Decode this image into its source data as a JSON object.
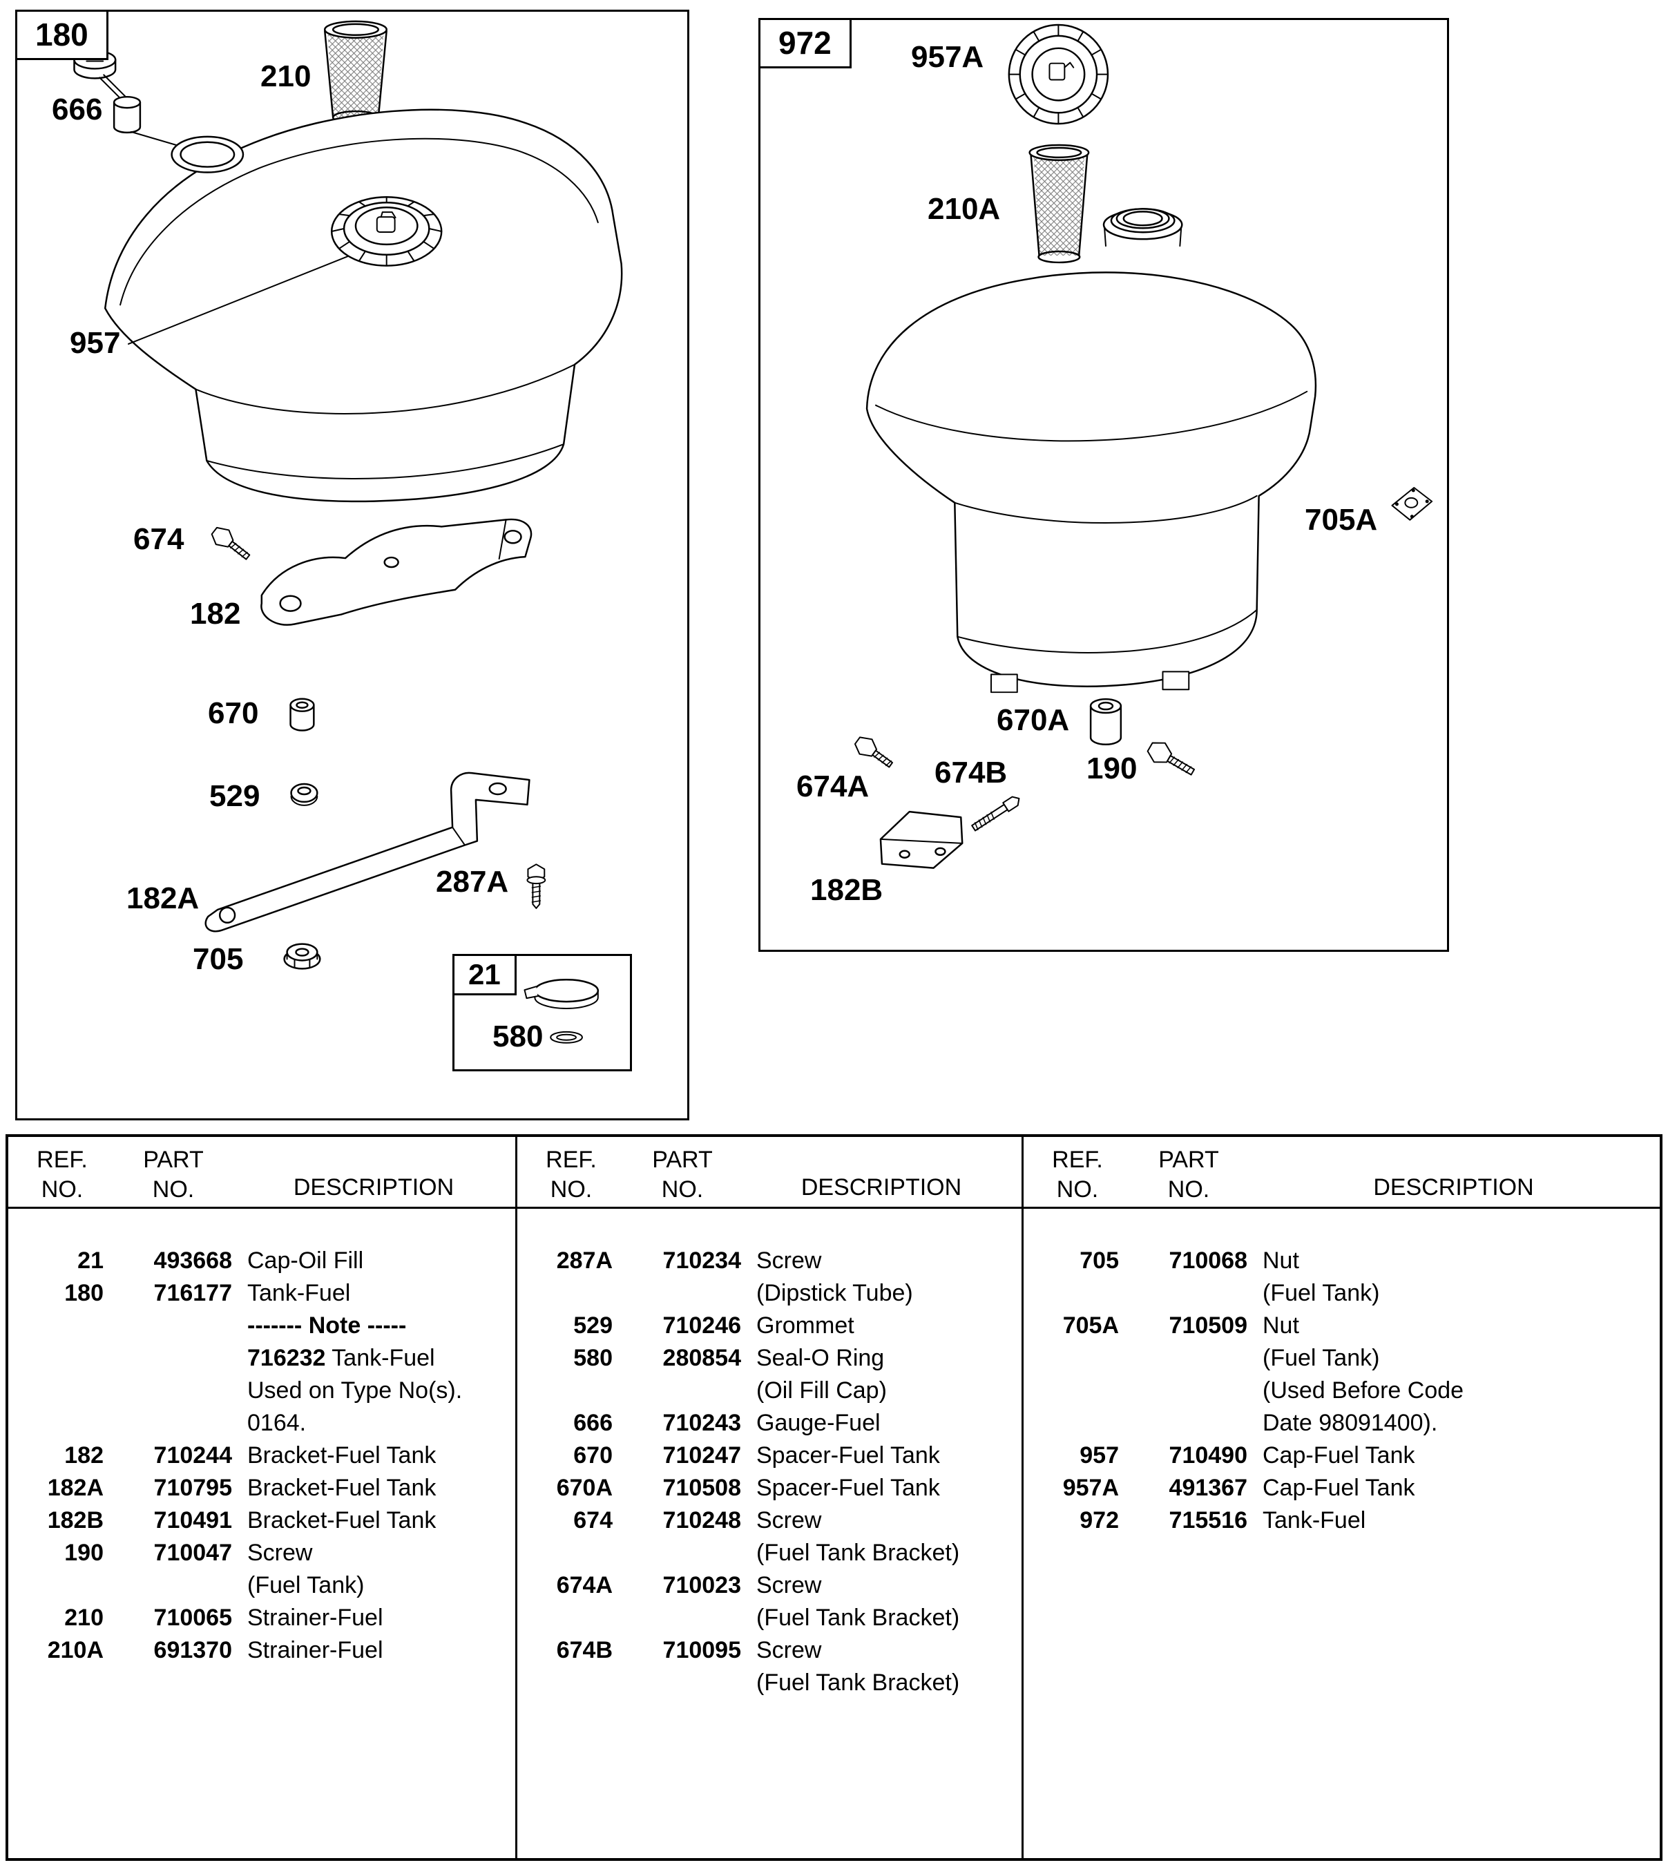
{
  "doc": {
    "background": "#ffffff",
    "ink": "#000000"
  },
  "diagram180": {
    "box_label": "180",
    "inset_label": "21",
    "labels": {
      "l666": "666",
      "l210": "210",
      "l957": "957",
      "l674": "674",
      "l182": "182",
      "l670": "670",
      "l529": "529",
      "l182A": "182A",
      "l287A": "287A",
      "l705": "705",
      "l580": "580"
    }
  },
  "diagram972": {
    "box_label": "972",
    "labels": {
      "l957A": "957A",
      "l210A": "210A",
      "l705A": "705A",
      "l670A": "670A",
      "l674A": "674A",
      "l674B": "674B",
      "l190": "190",
      "l182B": "182B"
    }
  },
  "icons": {
    "fuel-gauge-icon": "oil fill gauge with dipstick",
    "fuel-strainer-icon": "mesh strainer cylinder",
    "fuel-tank-icon": "fuel tank body",
    "fuel-cap-icon": "ribbed fuel tank cap",
    "fuel-cap-top-icon": "ribbed fuel tank cap top view",
    "bracket-icon": "fuel tank bracket",
    "spacer-icon": "spacer bushing",
    "grommet-icon": "rubber grommet",
    "screw-icon": "hex head screw",
    "flange-nut-icon": "flange nut",
    "oil-fill-cap-icon": "oil fill cap",
    "o-ring-icon": "seal o-ring"
  },
  "table": {
    "headers": {
      "ref1": "REF.",
      "ref2": "NO.",
      "part1": "PART",
      "part2": "NO.",
      "desc": "DESCRIPTION"
    },
    "g1": {
      "rows": [
        {
          "r": "21",
          "p": "493668",
          "d": "Cap-Oil Fill"
        },
        {
          "r": "180",
          "p": "716177",
          "d": "Tank-Fuel"
        },
        {
          "pre": "------- Note -----"
        },
        {
          "pre": "716232",
          "d": " Tank-Fuel"
        },
        {
          "d": "Used on Type No(s)."
        },
        {
          "d": "0164."
        },
        {
          "r": "182",
          "p": "710244",
          "d": "Bracket-Fuel Tank"
        },
        {
          "r": "182A",
          "p": "710795",
          "d": "Bracket-Fuel Tank"
        },
        {
          "r": "182B",
          "p": "710491",
          "d": "Bracket-Fuel Tank"
        },
        {
          "r": "190",
          "p": "710047",
          "d": "Screw"
        },
        {
          "d": "(Fuel Tank)"
        },
        {
          "r": "210",
          "p": "710065",
          "d": "Strainer-Fuel"
        },
        {
          "r": "210A",
          "p": "691370",
          "d": "Strainer-Fuel"
        }
      ]
    },
    "g2": {
      "rows": [
        {
          "r": "287A",
          "p": "710234",
          "d": "Screw"
        },
        {
          "d": "(Dipstick Tube)"
        },
        {
          "r": "529",
          "p": "710246",
          "d": "Grommet"
        },
        {
          "r": "580",
          "p": "280854",
          "d": "Seal-O Ring"
        },
        {
          "d": "(Oil Fill Cap)"
        },
        {
          "r": "666",
          "p": "710243",
          "d": "Gauge-Fuel"
        },
        {
          "r": "670",
          "p": "710247",
          "d": "Spacer-Fuel Tank"
        },
        {
          "r": "670A",
          "p": "710508",
          "d": "Spacer-Fuel Tank"
        },
        {
          "r": "674",
          "p": "710248",
          "d": "Screw"
        },
        {
          "d": "(Fuel Tank Bracket)"
        },
        {
          "r": "674A",
          "p": "710023",
          "d": "Screw"
        },
        {
          "d": "(Fuel Tank Bracket)"
        },
        {
          "r": "674B",
          "p": "710095",
          "d": "Screw"
        },
        {
          "d": "(Fuel Tank Bracket)"
        }
      ]
    },
    "g3": {
      "rows": [
        {
          "r": "705",
          "p": "710068",
          "d": "Nut"
        },
        {
          "d": "(Fuel Tank)"
        },
        {
          "r": "705A",
          "p": "710509",
          "d": "Nut"
        },
        {
          "d": "(Fuel Tank)"
        },
        {
          "d": "(Used Before Code"
        },
        {
          "d": "Date 98091400)."
        },
        {
          "r": "957",
          "p": "710490",
          "d": "Cap-Fuel Tank"
        },
        {
          "r": "957A",
          "p": "491367",
          "d": "Cap-Fuel Tank"
        },
        {
          "r": "972",
          "p": "715516",
          "d": "Tank-Fuel"
        }
      ]
    }
  }
}
